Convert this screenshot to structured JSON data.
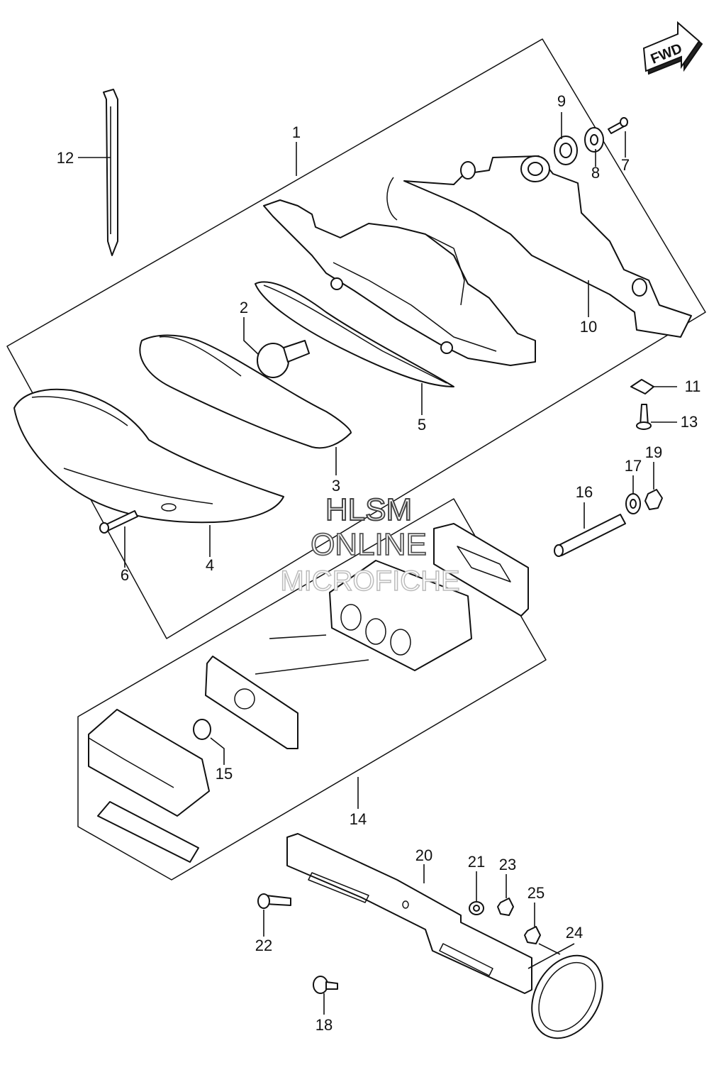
{
  "direction_badge": "FWD",
  "watermark": {
    "line1": "HLSM",
    "line2": "ONLINE",
    "line3": "MICROFICHE"
  },
  "callouts": {
    "c1": "1",
    "c2": "2",
    "c3": "3",
    "c4": "4",
    "c5": "5",
    "c6": "6",
    "c7": "7",
    "c8": "8",
    "c9": "9",
    "c10": "10",
    "c11": "11",
    "c12": "12",
    "c13": "13",
    "c14": "14",
    "c15": "15",
    "c16": "16",
    "c17": "17",
    "c18": "18",
    "c19": "19",
    "c20": "20",
    "c21": "21",
    "c22": "22",
    "c23": "23",
    "c24": "24",
    "c25": "25"
  }
}
